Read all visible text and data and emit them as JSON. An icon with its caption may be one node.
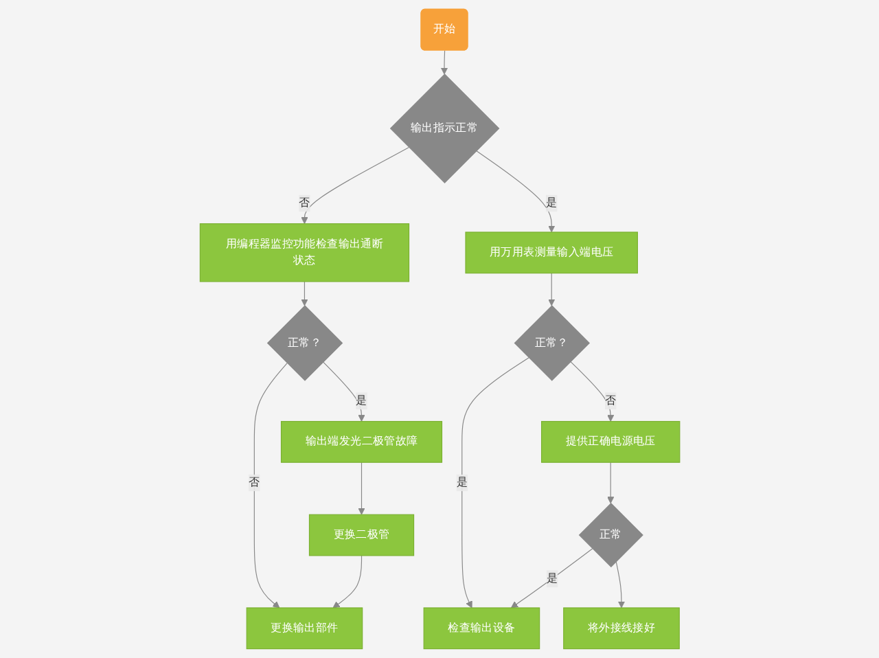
{
  "diagram": {
    "nodes": [
      {
        "text": [
          "开始"
        ]
      },
      {
        "text": [
          "输出指示正常"
        ]
      },
      {
        "text": [
          "用编程器监控功能检查输出通断状态"
        ]
      },
      {
        "text": [
          "用万用表测量输入端电压"
        ]
      },
      {
        "text": [
          "正常？"
        ]
      },
      {
        "text": [
          "正常？"
        ]
      },
      {
        "text": [
          "提供正确电源电压"
        ]
      },
      {
        "text": [
          "输出端发光二极管故障"
        ]
      },
      {
        "text": [
          "正常"
        ]
      },
      {
        "text": [
          "更换二极管"
        ]
      },
      {
        "text": [
          "将外接线接好"
        ]
      },
      {
        "text": [
          "检查输出设备"
        ]
      },
      {
        "text": [
          "更换输出部件"
        ]
      }
    ],
    "edges": [
      {
        "from": 0,
        "to": 1,
        "arrow": "to"
      },
      {
        "from": 1,
        "to": 2,
        "label": "否",
        "arrow": "to"
      },
      {
        "from": 1,
        "to": 3,
        "label": "是",
        "arrow": "to"
      },
      {
        "from": 3,
        "to": 4,
        "arrow": "to"
      },
      {
        "from": 2,
        "to": 5,
        "arrow": "to"
      },
      {
        "from": 4,
        "to": 6,
        "label": "否",
        "arrow": "to"
      },
      {
        "from": 4,
        "to": 11,
        "label": "是",
        "arrow": "to"
      },
      {
        "from": 5,
        "to": 7,
        "label": "是",
        "arrow": "to"
      },
      {
        "from": 5,
        "to": 12,
        "label": "否",
        "arrow": "to"
      },
      {
        "from": 6,
        "to": 8,
        "arrow": "to"
      },
      {
        "from": 8,
        "to": 11,
        "label": "是",
        "arrow": "to"
      },
      {
        "from": 8,
        "to": 10,
        "arrow": "to"
      },
      {
        "from": 7,
        "to": 9,
        "arrow": "to"
      },
      {
        "from": 9,
        "to": 12,
        "arrow": "to"
      }
    ]
  }
}
